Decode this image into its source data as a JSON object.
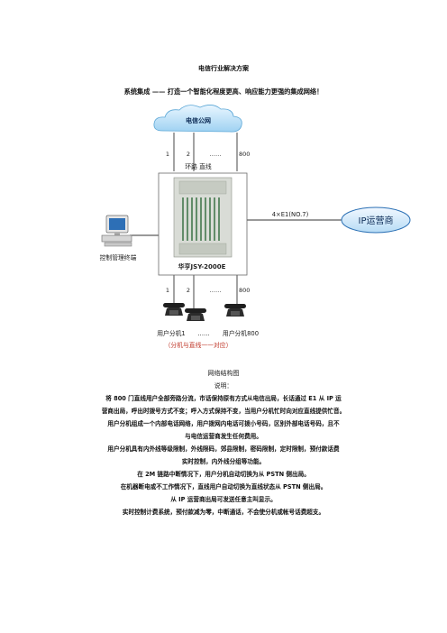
{
  "doc": {
    "title": "电信行业解决方案",
    "subtitle": "系统集成 —— 打造一个智能化程度更高、响应能力更强的集成网络！"
  },
  "diagram": {
    "cloud_label": "电信公网",
    "trunk_labels": [
      "1",
      "2",
      "……",
      "800"
    ],
    "relay_label": "环路 直线",
    "pbx_label": "华亨JSY-2000E",
    "terminal_label": "控制管理终端",
    "link_label": "4×E1(NO.7)",
    "ip_label": "IP运营商",
    "ext_labels": [
      "1",
      "2",
      "……",
      "800"
    ],
    "user_left": "用户分机1",
    "user_dots": "……",
    "user_right": "用户分机800",
    "mapping_note": "（分机与直线一一对应）"
  },
  "caption": {
    "network": "网络结构图",
    "explain": "说明："
  },
  "body": [
    "将 800 门直线用户全部旁路分流，市话保持原有方式从电信出局，长话通过 E1 从 IP 运",
    "营商出局，呼出时拨号方式不变；呼入方式保持不变，当用户分机忙时向对应直线提供忙音。",
    "用户分机组成一个内部电话网络，用户拨网内电话可拨小号码，区别外部电话号码，且不",
    "与电信运营商发生任何费用。",
    "用户分机具有内外线等级限制，外线限码，郊县限制，密码限制，定时限制，预付款话费",
    "实时控制，内外线分组等功能。",
    "在 2M 链路中断情况下，用户分机自动切换为从 PSTN 侧出局。",
    "在机器断电或不工作情况下，直线用户自动切换为直线状态从 PSTN 侧出局。",
    "从 IP 运营商出局可发送任意主叫显示。",
    "实时控制计费系统，预付款减为零，中断通话，不会使分机或帐号话费超支。"
  ]
}
